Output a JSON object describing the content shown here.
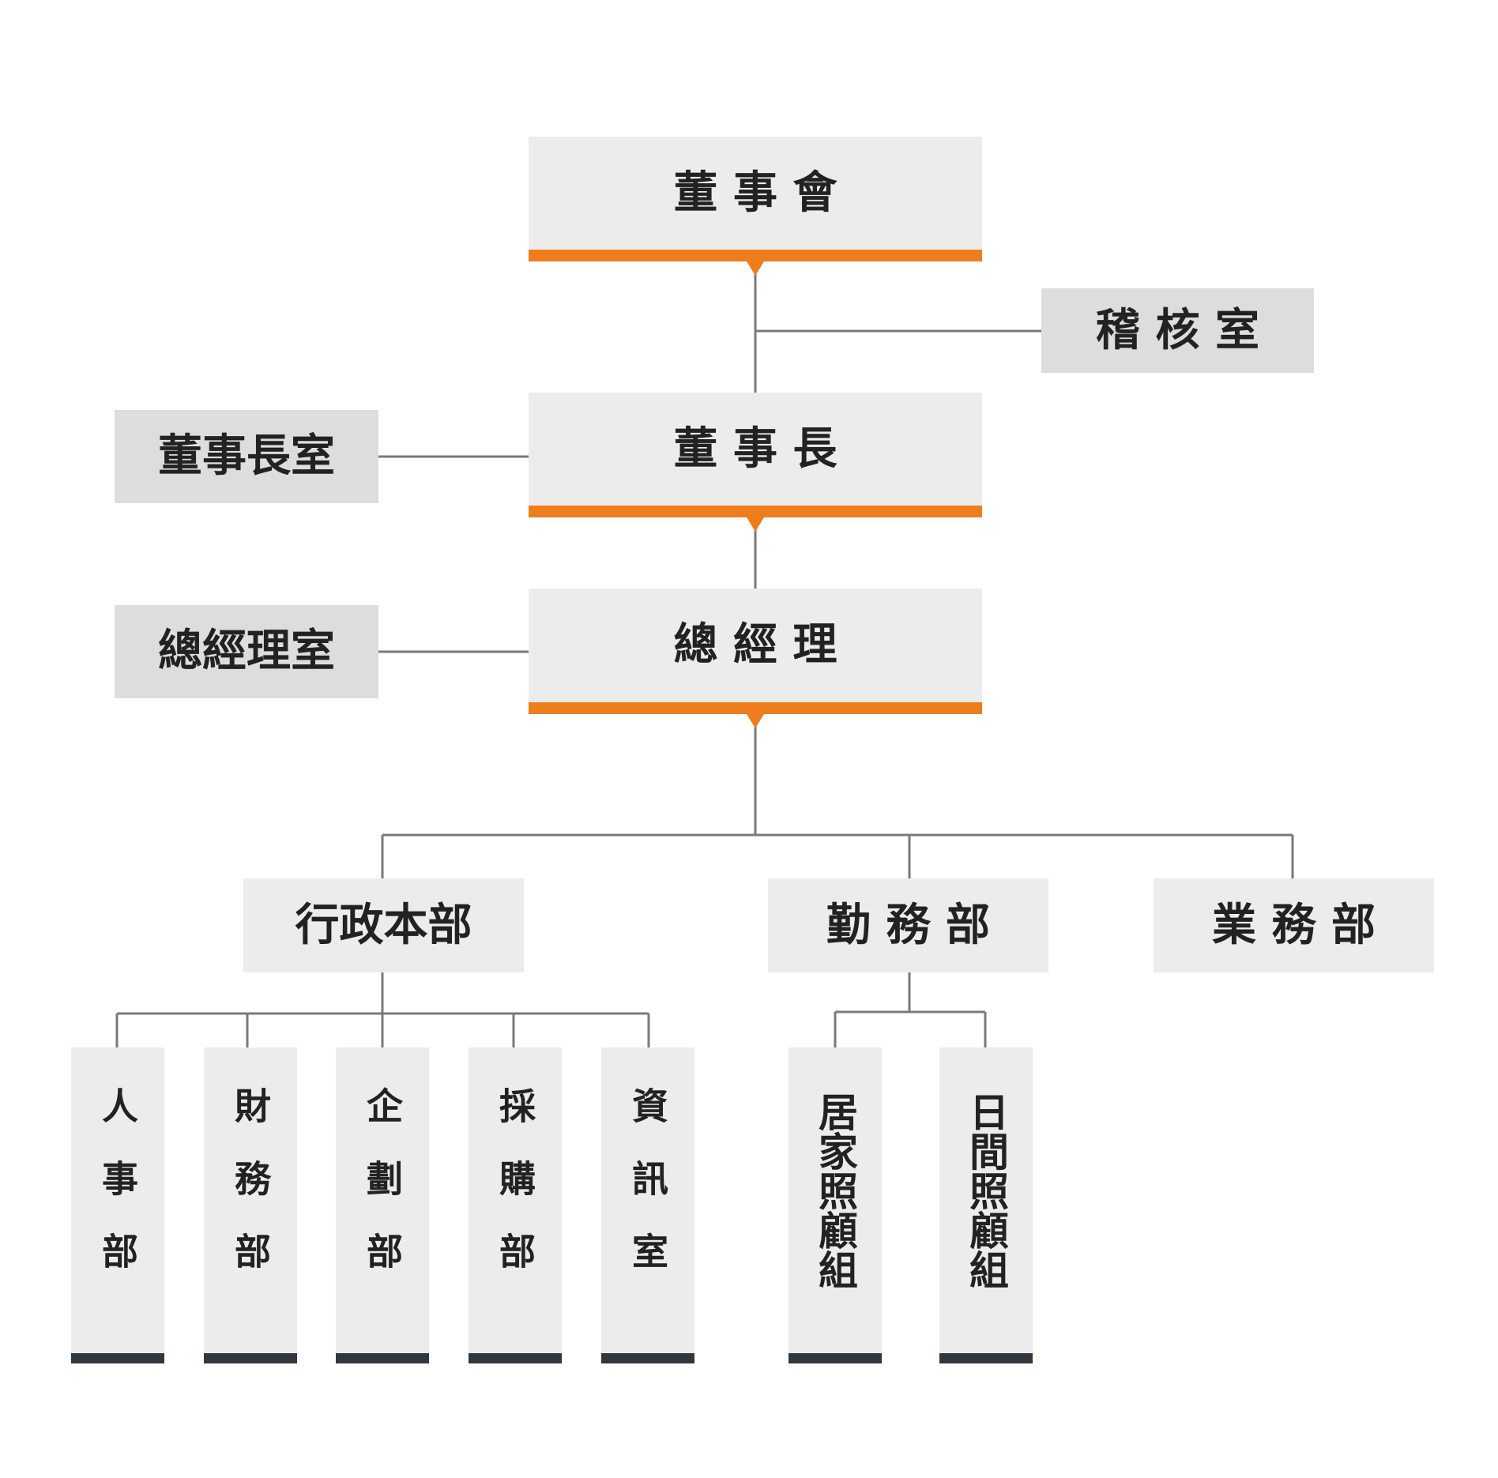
{
  "colors": {
    "accent": "#ee7d1e",
    "box_light": "#ececec",
    "box_mid": "#dddddd",
    "dark_bar": "#30373e",
    "line": "#7a7a7a"
  },
  "org": {
    "board": "董 事 會",
    "audit": "稽  核  室",
    "chairman": "董 事 長",
    "chairman_office": "董事長室",
    "gm": "總 經 理",
    "gm_office": "總經理室",
    "divisions": {
      "admin": "行政本部",
      "service": "勤 務 部",
      "sales": "業 務 部"
    },
    "admin_units": {
      "hr": "人　事　部",
      "finance": "財　務　部",
      "planning": "企　劃　部",
      "purchasing": "採　購　部",
      "it": "資　訊　室"
    },
    "service_units": {
      "home_care": "居家照顧組",
      "day_care": "日間照顧組"
    }
  }
}
